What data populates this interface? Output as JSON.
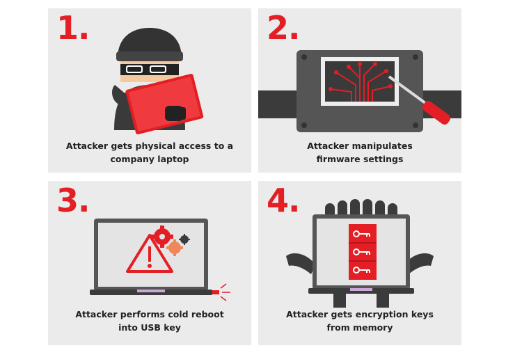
{
  "steps": [
    {
      "number": "1.",
      "caption": [
        "Attacker gets physical access to a",
        "company laptop"
      ]
    },
    {
      "number": "2.",
      "caption": [
        "Attacker manipulates",
        "firmware settings"
      ]
    },
    {
      "number": "3.",
      "caption": [
        "Attacker performs cold reboot",
        "into USB key"
      ]
    },
    {
      "number": "4.",
      "caption": [
        "Attacker gets encryption keys",
        "from memory"
      ]
    }
  ],
  "colors": {
    "accent": "#e31e24",
    "panel": "#ebebeb",
    "dark": "#3b3b3b",
    "text": "#222222"
  },
  "icons": [
    "burglar-icon",
    "circuit-board-icon",
    "screwdriver-icon",
    "laptop-warning-icon",
    "gears-icon",
    "usb-plug-icon",
    "hands-icon",
    "encryption-keys-icon"
  ]
}
